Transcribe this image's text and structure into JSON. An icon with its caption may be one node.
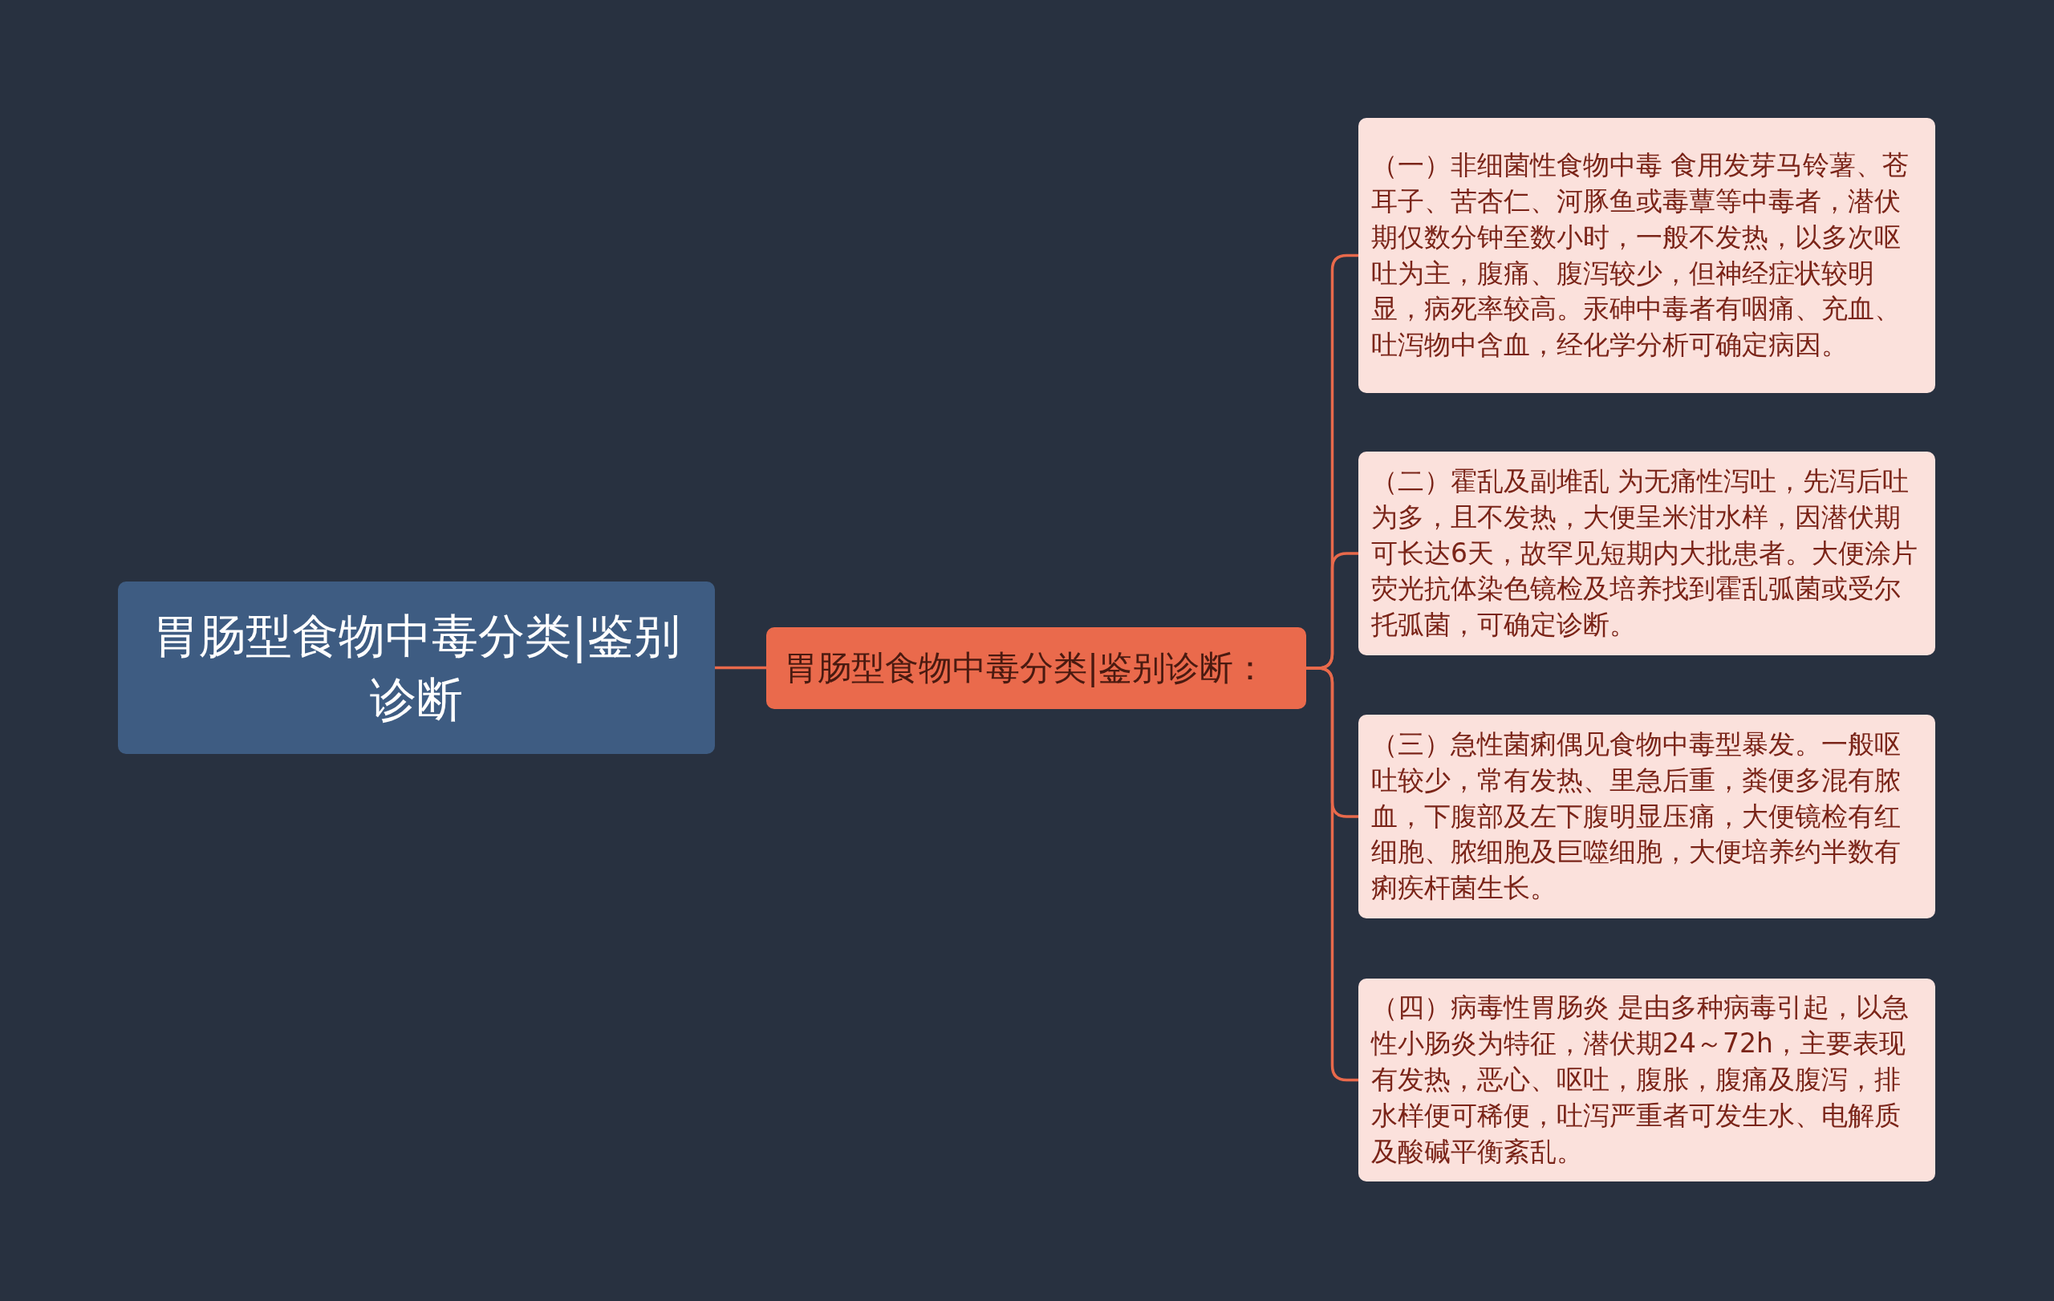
{
  "diagram": {
    "nodes": [
      {
        "text": [
          "胃肠型食物中毒分类|鉴别诊断"
        ]
      },
      {
        "text": [
          "胃肠型食物中毒分类|鉴别诊断："
        ]
      },
      {
        "text": [
          "（一）非细菌性食物中毒 食用发芽马铃薯、苍耳子、苦杏仁、河豚鱼或毒蕈等中毒者，潜伏期仅数分钟至数小时，一般不发热，以多次呕吐为主，腹痛、腹泻较少，但神经症状较明显，病死率较高。汞砷中毒者有咽痛、充血、吐泻物中含血，经化学分析可确定病因。"
        ]
      },
      {
        "text": [
          "（二）霍乱及副堆乱 为无痛性泻吐，先泻后吐为多，且不发热，大便呈米泔水样，因潜伏期可长达6天，故罕见短期内大批患者。大便涂片荧光抗体染色镜检及培养找到霍乱弧菌或受尔托弧菌，可确定诊断。"
        ]
      },
      {
        "text": [
          "（三）急性菌痢偶见食物中毒型暴发。一般呕吐较少，常有发热、里急后重，粪便多混有脓血，下腹部及左下腹明显压痛，大便镜检有红细胞、脓细胞及巨噬细胞，大便培养约半数有痢疾杆菌生长。"
        ]
      },
      {
        "text": [
          "（四）病毒性胃肠炎 是由多种病毒引起，以急性小肠炎为特征，潜伏期24～72h，主要表现有发热，恶心、呕吐，腹胀，腹痛及腹泻，排水样便可稀便，吐泻严重者可发生水、电解质及酸碱平衡紊乱。"
        ]
      }
    ],
    "edges": [
      {
        "from": 0,
        "to": 1,
        "arrow": "none"
      },
      {
        "from": 1,
        "to": 2,
        "arrow": "none"
      },
      {
        "from": 1,
        "to": 3,
        "arrow": "none"
      },
      {
        "from": 1,
        "to": 4,
        "arrow": "none"
      },
      {
        "from": 1,
        "to": 5,
        "arrow": "none"
      }
    ]
  }
}
